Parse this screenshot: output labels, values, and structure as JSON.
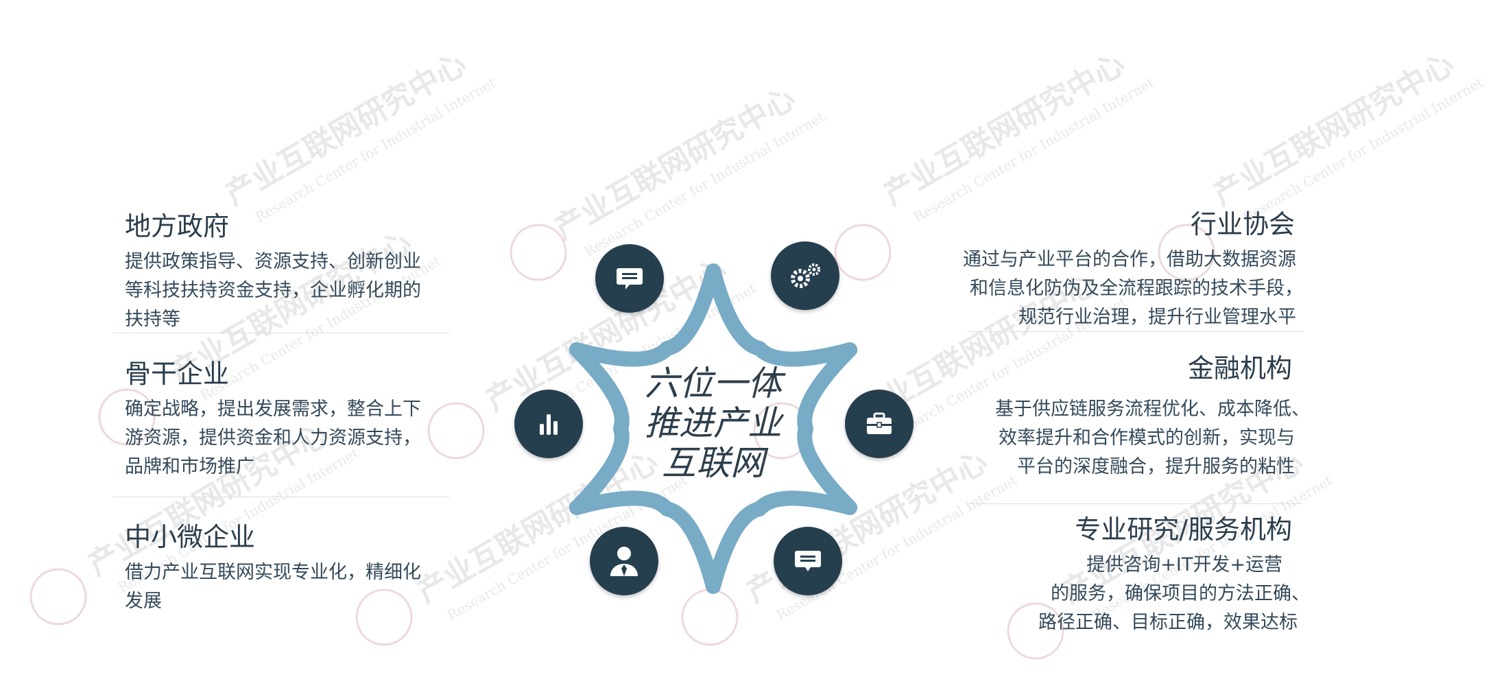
{
  "watermark": {
    "cn": "产业互联网研究中心",
    "en": "Research Center for Industrial Internet"
  },
  "center": {
    "lines": [
      "六位一体",
      "推进产业",
      "互联网"
    ],
    "star_color": "#78abc6",
    "icon_color": "#263f4f"
  },
  "icons": [
    "chat-icon",
    "gears-icon",
    "bar-chart-icon",
    "briefcase-icon",
    "person-icon",
    "chat-icon"
  ],
  "left": [
    {
      "title": "地方政府",
      "desc": [
        "提供政策指导、资源支持、创新创业",
        "等科技扶持资金支持，企业孵化期的",
        "扶持等"
      ]
    },
    {
      "title": "骨干企业",
      "desc": [
        "确定战略，提出发展需求，整合上下",
        "游资源，提供资金和人力资源支持，",
        "品牌和市场推广"
      ]
    },
    {
      "title": "中小微企业",
      "desc": [
        "借力产业互联网实现专业化，精细化",
        "发展"
      ]
    }
  ],
  "right": [
    {
      "title": "行业协会",
      "desc": [
        "通过与产业平台的合作，借助大数据资源",
        "和信息化防伪及全流程跟踪的技术手段，",
        "规范行业治理，提升行业管理水平"
      ]
    },
    {
      "title": "金融机构",
      "desc": [
        "基于供应链服务流程优化、成本降低、",
        "效率提升和合作模式的创新，实现与",
        "平台的深度融合，提升服务的粘性"
      ]
    },
    {
      "title": "专业研究/服务机构",
      "desc": [
        "提供咨询+IT开发+运营",
        "的服务，确保项目的方法正确、",
        "路径正确、目标正确，效果达标"
      ]
    }
  ]
}
